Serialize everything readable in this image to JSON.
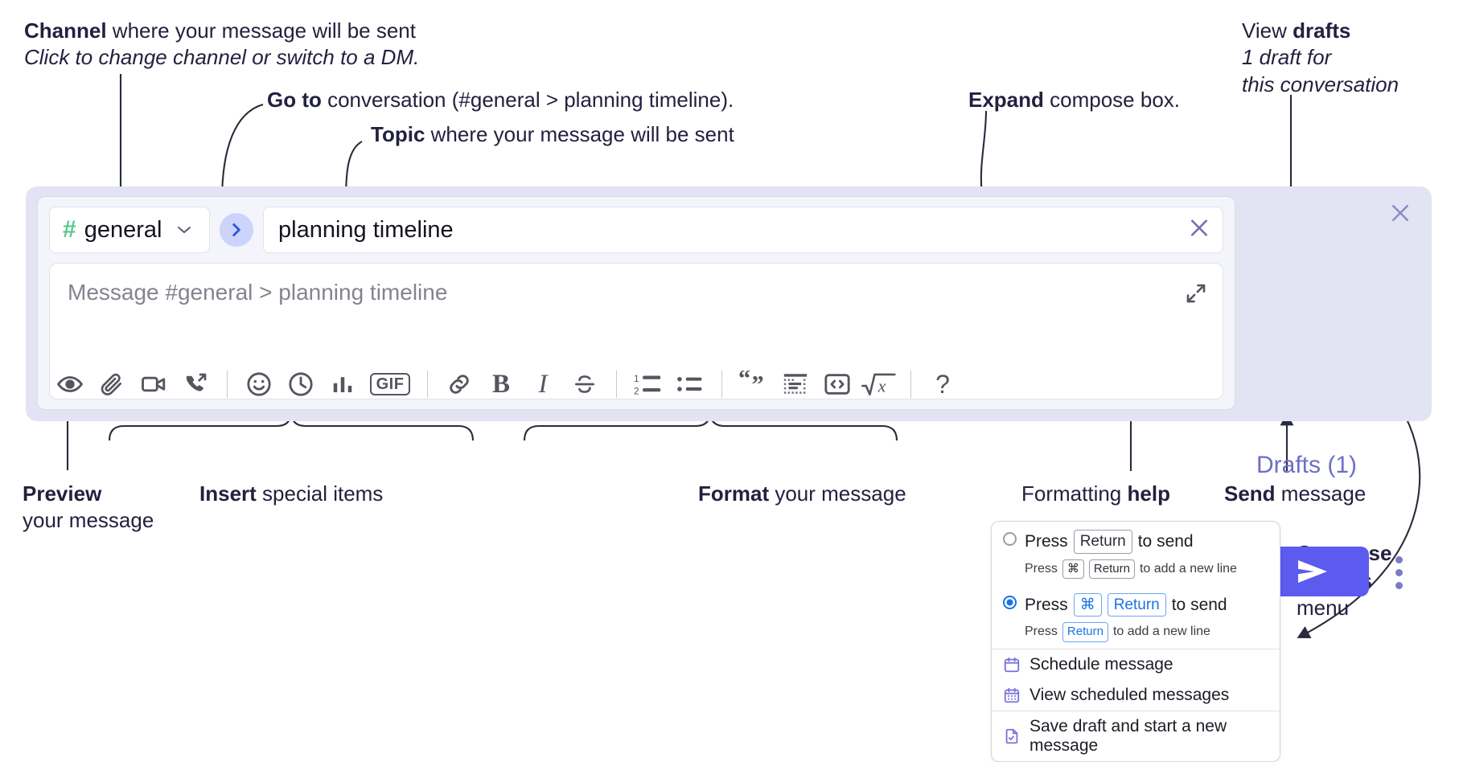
{
  "annotations": {
    "channel": {
      "title_bold": "Channel",
      "title_rest": " where your message will be sent",
      "sub": "Click to change channel or switch to a DM."
    },
    "goto": {
      "bold": "Go to",
      "rest": " conversation (#general > planning timeline)."
    },
    "topic": {
      "bold": "Topic",
      "rest": " where your message will be sent"
    },
    "expand": {
      "bold": "Expand",
      "rest": " compose box."
    },
    "drafts_note": {
      "line1_rest": "View ",
      "line1_bold": "drafts",
      "line2": "1 draft for",
      "line3": "this conversation"
    },
    "preview": {
      "bold": "Preview",
      "line2": "your message"
    },
    "insert": {
      "bold": "Insert",
      "rest": " special items"
    },
    "format": {
      "bold": "Format",
      "rest": " your message"
    },
    "help": {
      "rest": "Formatting ",
      "bold": "help"
    },
    "send": {
      "bold": "Send",
      "rest": " message"
    },
    "compose_options": {
      "line1": "Compose",
      "line2": "options",
      "line3": "menu"
    }
  },
  "compose": {
    "channel_name": "general",
    "channel_hash": "#",
    "goto_icon": "chevron-right-icon",
    "topic_value": "planning timeline",
    "topic_clear_icon": "close-icon",
    "message_placeholder": "Message #general > planning timeline",
    "expand_icon": "expand-icon",
    "drafts_label": "Drafts (1)",
    "send_icon": "send-icon",
    "kebab_icon": "more-vertical-icon",
    "close_icon": "close-icon",
    "toolbar": [
      {
        "name": "preview-icon",
        "kind": "eye"
      },
      {
        "name": "attachment-icon",
        "kind": "paperclip"
      },
      {
        "name": "video-icon",
        "kind": "video"
      },
      {
        "name": "huddle-icon",
        "kind": "phone"
      },
      {
        "name": "separator",
        "kind": "sep"
      },
      {
        "name": "emoji-icon",
        "kind": "smiley"
      },
      {
        "name": "reminder-icon",
        "kind": "clock"
      },
      {
        "name": "poll-icon",
        "kind": "bars"
      },
      {
        "name": "gif-icon",
        "kind": "gif",
        "label": "GIF"
      },
      {
        "name": "separator",
        "kind": "sep"
      },
      {
        "name": "link-icon",
        "kind": "link"
      },
      {
        "name": "bold-icon",
        "kind": "bold",
        "label": "B"
      },
      {
        "name": "italic-icon",
        "kind": "italic",
        "label": "I"
      },
      {
        "name": "strikethrough-icon",
        "kind": "strike"
      },
      {
        "name": "separator",
        "kind": "sep"
      },
      {
        "name": "ordered-list-icon",
        "kind": "ol"
      },
      {
        "name": "bulleted-list-icon",
        "kind": "ul"
      },
      {
        "name": "separator",
        "kind": "sep"
      },
      {
        "name": "blockquote-icon",
        "kind": "quote"
      },
      {
        "name": "code-block-icon",
        "kind": "codeblock"
      },
      {
        "name": "code-icon",
        "kind": "code"
      },
      {
        "name": "equation-icon",
        "kind": "sqrt"
      },
      {
        "name": "separator",
        "kind": "sep"
      },
      {
        "name": "formatting-help-icon",
        "kind": "question",
        "label": "?"
      }
    ]
  },
  "popup": {
    "options": [
      {
        "selected": false,
        "pre": "Press",
        "keys": [
          "Return"
        ],
        "post": "to send",
        "sub_pre": "Press",
        "sub_keys": [
          "⌘",
          "Return"
        ],
        "sub_post": "to add a new line"
      },
      {
        "selected": true,
        "pre": "Press",
        "keys": [
          "⌘",
          "Return"
        ],
        "post": "to send",
        "sub_pre": "Press",
        "sub_keys": [
          "Return"
        ],
        "sub_post": "to add a new line"
      }
    ],
    "items": [
      {
        "icon": "calendar-icon",
        "label": "Schedule message"
      },
      {
        "icon": "calendar-clock-icon",
        "label": "View scheduled messages"
      },
      {
        "icon": "save-draft-icon",
        "label": "Save draft and start a new message"
      }
    ]
  },
  "colors": {
    "panel_bg": "#e2e3f3",
    "inner_bg": "#f4f5fa",
    "accent": "#5b5bef",
    "drafts_text": "#6e6ec6",
    "hash_green": "#59c78e",
    "goto_pill": "#ccd4fb",
    "radio_blue": "#1a72e8",
    "menu_icon_purple": "#7b72d8"
  }
}
